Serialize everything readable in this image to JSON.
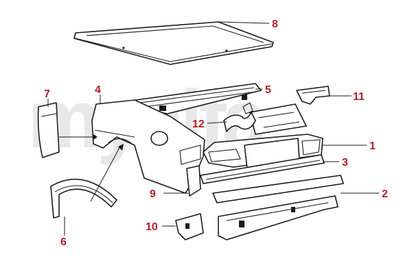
{
  "watermark": {
    "text": "myalfa"
  },
  "diagram": {
    "callouts": [
      {
        "id": "c1",
        "label": "1"
      },
      {
        "id": "c2",
        "label": "2"
      },
      {
        "id": "c3",
        "label": "3"
      },
      {
        "id": "c4",
        "label": "4"
      },
      {
        "id": "c5",
        "label": "5"
      },
      {
        "id": "c6",
        "label": "6"
      },
      {
        "id": "c7",
        "label": "7"
      },
      {
        "id": "c8",
        "label": "8"
      },
      {
        "id": "c9",
        "label": "9"
      },
      {
        "id": "c10",
        "label": "10"
      },
      {
        "id": "c11",
        "label": "11"
      },
      {
        "id": "c12",
        "label": "12"
      }
    ]
  },
  "colors": {
    "callout": "#b0202a",
    "line": "#1a1a1a",
    "watermark": "#e8e8e8"
  }
}
